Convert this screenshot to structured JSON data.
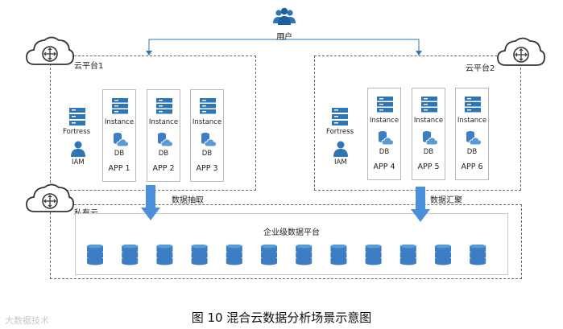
{
  "user_label": "用户",
  "cloud1": {
    "title": "云平台1",
    "fortress": "Fortress",
    "iam": "IAM",
    "apps": [
      {
        "instance": "Instance",
        "db": "DB",
        "name": "APP 1"
      },
      {
        "instance": "Instance",
        "db": "DB",
        "name": "APP 2"
      },
      {
        "instance": "Instance",
        "db": "DB",
        "name": "APP 3"
      }
    ]
  },
  "cloud2": {
    "title": "云平台2",
    "fortress": "Fortress",
    "iam": "IAM",
    "apps": [
      {
        "instance": "Instance",
        "db": "DB",
        "name": "APP 4"
      },
      {
        "instance": "Instance",
        "db": "DB",
        "name": "APP 5"
      },
      {
        "instance": "Instance",
        "db": "DB",
        "name": "APP 6"
      }
    ]
  },
  "extract_label": "数据抽取",
  "aggregate_label": "数据汇聚",
  "private_cloud": {
    "title": "私有云",
    "platform_title": "企业级数据平台"
  },
  "caption": "图 10  混合云数据分析场景示意图",
  "watermark": "大数据技术",
  "colors": {
    "arrow_blue": "#4a90d9",
    "icon_blue": "#2e75b6",
    "icon_light": "#5b9bd5",
    "db_blue": "#3c7dc4"
  }
}
